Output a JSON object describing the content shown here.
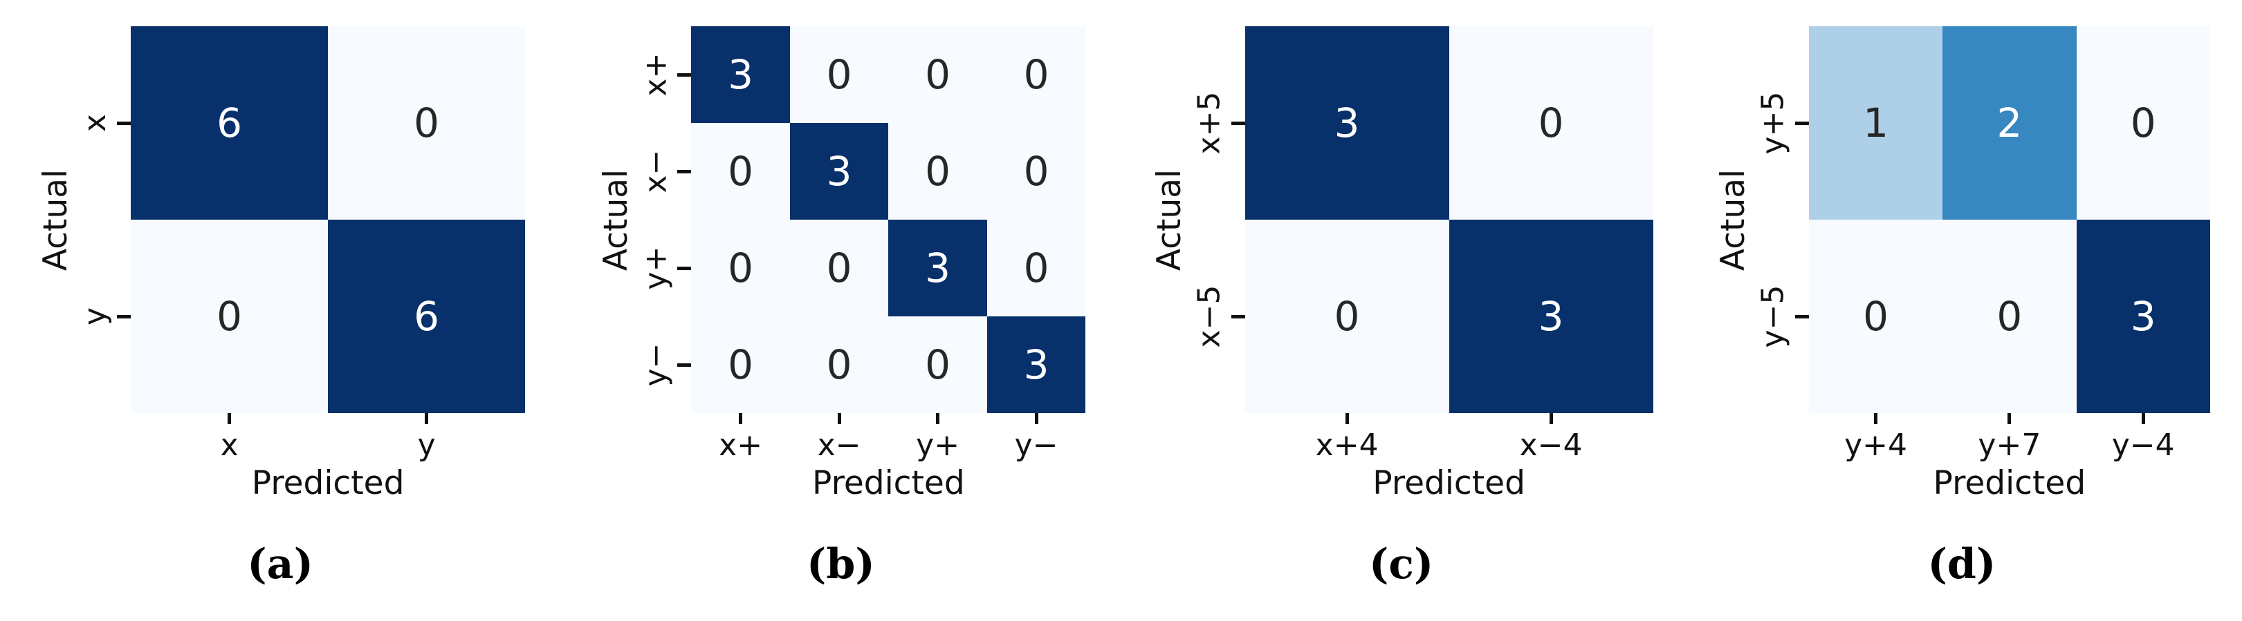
{
  "figure": {
    "background": "#ffffff",
    "palette": {
      "blues_min": "#f7fbff",
      "blues_one_third": "#adcfe7",
      "blues_two_thirds": "#3787c0",
      "blues_max": "#08306b",
      "text_dark": "#262626",
      "text_light": "#ffffff",
      "tick_color": "#111111"
    }
  },
  "chart_data": [
    {
      "type": "heatmap",
      "title": "(a)",
      "xlabel": "Predicted",
      "ylabel": "Actual",
      "x_categories": [
        "x",
        "y"
      ],
      "y_categories": [
        "x",
        "y"
      ],
      "values": [
        [
          6,
          0
        ],
        [
          0,
          6
        ]
      ],
      "colormap": "Blues",
      "value_range": [
        0,
        6
      ],
      "cell_colors": [
        [
          "#08306b",
          "#f7fbff"
        ],
        [
          "#f7fbff",
          "#08306b"
        ]
      ],
      "text_colors": [
        [
          "#ffffff",
          "#262626"
        ],
        [
          "#262626",
          "#ffffff"
        ]
      ]
    },
    {
      "type": "heatmap",
      "title": "(b)",
      "xlabel": "Predicted",
      "ylabel": "Actual",
      "x_categories": [
        "x+",
        "x−",
        "y+",
        "y−"
      ],
      "y_categories": [
        "x+",
        "x−",
        "y+",
        "y−"
      ],
      "values": [
        [
          3,
          0,
          0,
          0
        ],
        [
          0,
          3,
          0,
          0
        ],
        [
          0,
          0,
          3,
          0
        ],
        [
          0,
          0,
          0,
          3
        ]
      ],
      "colormap": "Blues",
      "value_range": [
        0,
        3
      ],
      "cell_colors": [
        [
          "#08306b",
          "#f7fbff",
          "#f7fbff",
          "#f7fbff"
        ],
        [
          "#f7fbff",
          "#08306b",
          "#f7fbff",
          "#f7fbff"
        ],
        [
          "#f7fbff",
          "#f7fbff",
          "#08306b",
          "#f7fbff"
        ],
        [
          "#f7fbff",
          "#f7fbff",
          "#f7fbff",
          "#08306b"
        ]
      ],
      "text_colors": [
        [
          "#ffffff",
          "#262626",
          "#262626",
          "#262626"
        ],
        [
          "#262626",
          "#ffffff",
          "#262626",
          "#262626"
        ],
        [
          "#262626",
          "#262626",
          "#ffffff",
          "#262626"
        ],
        [
          "#262626",
          "#262626",
          "#262626",
          "#ffffff"
        ]
      ]
    },
    {
      "type": "heatmap",
      "title": "(c)",
      "xlabel": "Predicted",
      "ylabel": "Actual",
      "x_categories": [
        "x+4",
        "x−4"
      ],
      "y_categories": [
        "x+5",
        "x−5"
      ],
      "values": [
        [
          3,
          0
        ],
        [
          0,
          3
        ]
      ],
      "colormap": "Blues",
      "value_range": [
        0,
        3
      ],
      "cell_colors": [
        [
          "#08306b",
          "#f7fbff"
        ],
        [
          "#f7fbff",
          "#08306b"
        ]
      ],
      "text_colors": [
        [
          "#ffffff",
          "#262626"
        ],
        [
          "#262626",
          "#ffffff"
        ]
      ]
    },
    {
      "type": "heatmap",
      "title": "(d)",
      "xlabel": "Predicted",
      "ylabel": "Actual",
      "x_categories": [
        "y+4",
        "y+7",
        "y−4"
      ],
      "y_categories": [
        "y+5",
        "y−5"
      ],
      "values": [
        [
          1,
          2,
          0
        ],
        [
          0,
          0,
          3
        ]
      ],
      "colormap": "Blues",
      "value_range": [
        0,
        3
      ],
      "cell_colors": [
        [
          "#adcfe7",
          "#3787c0",
          "#f7fbff"
        ],
        [
          "#f7fbff",
          "#f7fbff",
          "#08306b"
        ]
      ],
      "text_colors": [
        [
          "#262626",
          "#ffffff",
          "#262626"
        ],
        [
          "#262626",
          "#262626",
          "#ffffff"
        ]
      ]
    }
  ]
}
